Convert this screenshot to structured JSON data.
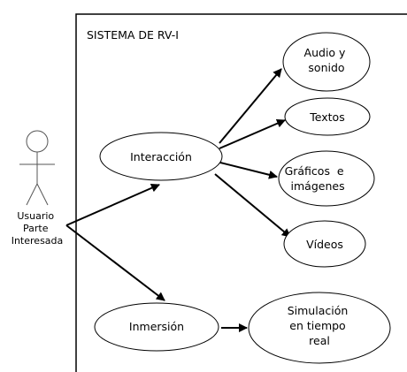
{
  "system": {
    "title": "SISTEMA DE RV-I"
  },
  "actor": {
    "lines": [
      "Usuario",
      "Parte",
      "Interesada"
    ]
  },
  "use_cases": {
    "interaccion": {
      "lines": [
        "Interacción"
      ]
    },
    "inmersion": {
      "lines": [
        "Inmersión"
      ]
    },
    "audio": {
      "lines": [
        "Audio y",
        "sonido"
      ]
    },
    "textos": {
      "lines": [
        "Textos"
      ]
    },
    "graficos": {
      "lines": [
        "Gráficos  e",
        "imágenes"
      ]
    },
    "videos": {
      "lines": [
        "Vídeos"
      ]
    },
    "simulacion": {
      "lines": [
        "Simulación",
        "en tiempo",
        "real"
      ]
    }
  },
  "relations": [
    {
      "from": "actor",
      "to": "interaccion"
    },
    {
      "from": "actor",
      "to": "inmersion"
    },
    {
      "from": "interaccion",
      "to": "audio"
    },
    {
      "from": "interaccion",
      "to": "textos"
    },
    {
      "from": "interaccion",
      "to": "graficos"
    },
    {
      "from": "interaccion",
      "to": "videos"
    },
    {
      "from": "inmersion",
      "to": "simulacion"
    }
  ]
}
